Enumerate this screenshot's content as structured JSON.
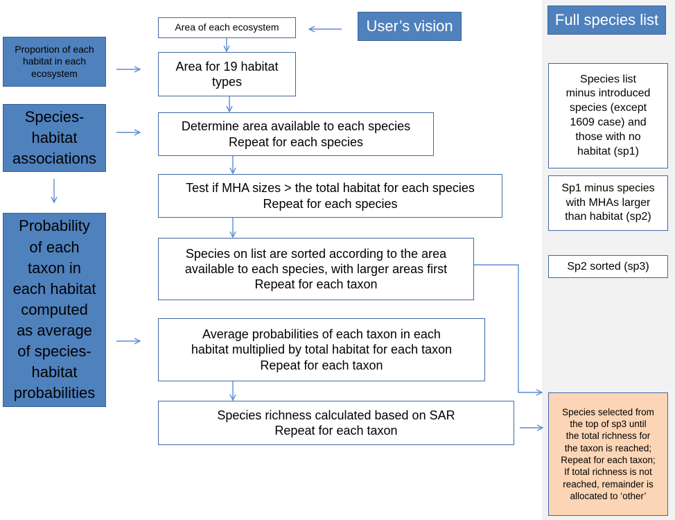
{
  "colors": {
    "accent_blue": "#4f81bd",
    "arrow_blue": "#5b8ad6",
    "orange_box": "#fbd5b5",
    "panel_gray": "#f2f2f2"
  },
  "header": {
    "users_vision": "User’s vision",
    "full_species_list": "Full species list"
  },
  "left": {
    "proportion": [
      "Proportion of each",
      "habitat in each",
      "ecosystem"
    ],
    "species_habitat": [
      "Species-",
      "habitat",
      "associations"
    ],
    "probability": [
      "Probability",
      "of each",
      "taxon in",
      "each habitat",
      "computed",
      "as average",
      "of species-",
      "habitat",
      "probabilities"
    ]
  },
  "flow": {
    "area_each_ecosystem": [
      "Area of each ecosystem"
    ],
    "area_19_habitat": [
      "Area for 19 habitat",
      "types"
    ],
    "determine_area": [
      "Determine area available to each species",
      "Repeat for each species"
    ],
    "test_mha": [
      "Test if MHA sizes > the total habitat for each species",
      "Repeat for each species"
    ],
    "sorted": [
      "Species on list are sorted according to the area",
      "available to each species, with larger areas first",
      "Repeat for each taxon"
    ],
    "average_prob": [
      "Average probabilities of each taxon in each",
      "habitat multiplied by total habitat for each taxon",
      "Repeat for each taxon"
    ],
    "richness": [
      "Species richness calculated based on SAR",
      "Repeat for each taxon"
    ]
  },
  "right": {
    "sp1": [
      "Species list",
      "minus  introduced",
      "species  (except",
      "1609 case) and",
      "those with no",
      "habitat  (sp1)"
    ],
    "sp2": [
      "Sp1 minus species",
      "with MHAs larger",
      "than habitat (sp2)"
    ],
    "sp3": [
      "Sp2 sorted (sp3)"
    ],
    "selected": [
      "Species selected from",
      "the top of sp3 until",
      "the total richness for",
      "the taxon is reached;",
      "Repeat for each taxon;",
      "If total richness is not",
      "reached, remainder is",
      "allocated to ‘other’"
    ]
  }
}
